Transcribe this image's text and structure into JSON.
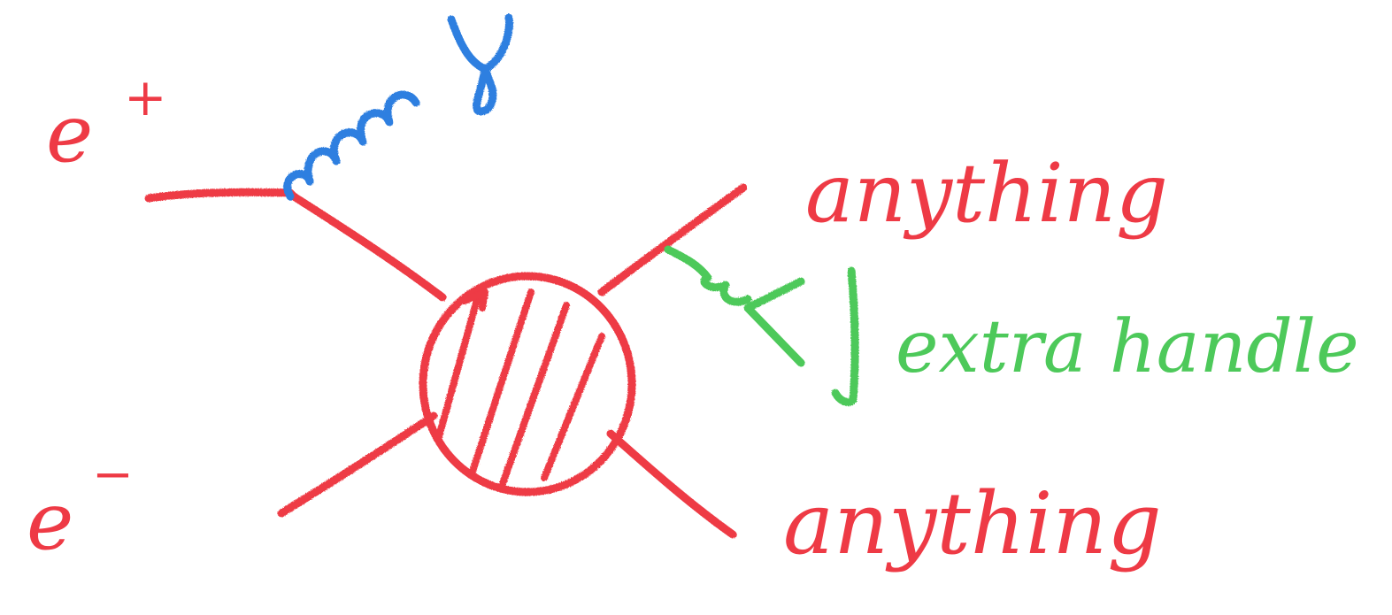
{
  "labels": {
    "positron": "e",
    "positron_charge": "+",
    "electron": "e",
    "electron_charge": "−",
    "photon": "γ",
    "outgoing_top": "anything",
    "outgoing_bottom": "anything",
    "extra": "extra handle"
  },
  "colors": {
    "red": "#ee3a45",
    "blue": "#2f7fe0",
    "green": "#4dc95a",
    "background": "#ffffff"
  }
}
